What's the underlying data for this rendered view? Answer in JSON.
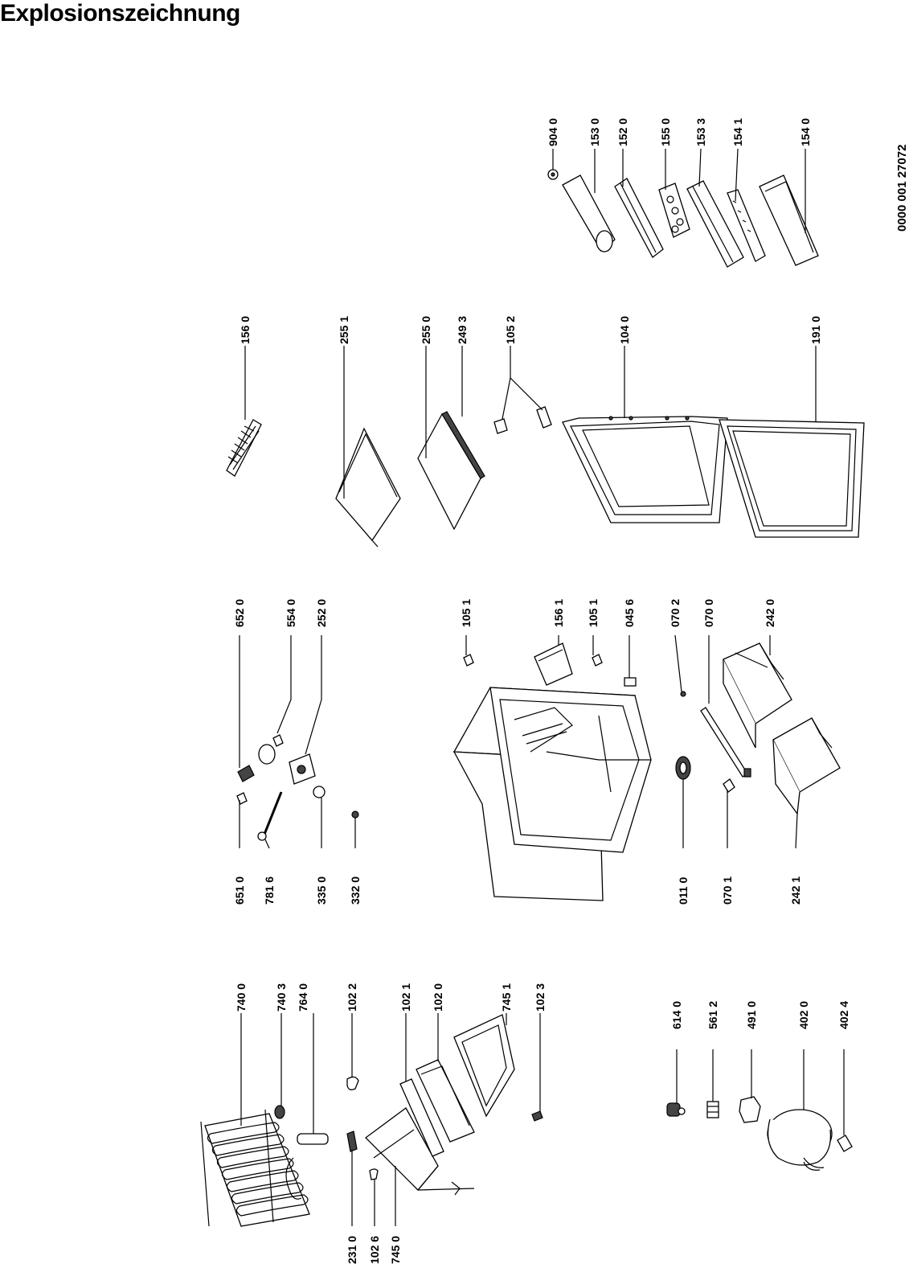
{
  "title": "Explosionszeichnung",
  "document_number": "0000 001 27072",
  "parts": [
    {
      "code": "740 0"
    },
    {
      "code": "740 3"
    },
    {
      "code": "764 0"
    },
    {
      "code": "102 2"
    },
    {
      "code": "102 1"
    },
    {
      "code": "102 0"
    },
    {
      "code": "745 1"
    },
    {
      "code": "102 3"
    },
    {
      "code": "231 0"
    },
    {
      "code": "102 6"
    },
    {
      "code": "745 0"
    },
    {
      "code": "614 0"
    },
    {
      "code": "561 2"
    },
    {
      "code": "491 0"
    },
    {
      "code": "402 0"
    },
    {
      "code": "402 4"
    },
    {
      "code": "651 0"
    },
    {
      "code": "781 6"
    },
    {
      "code": "335 0"
    },
    {
      "code": "332 0"
    },
    {
      "code": "652 0"
    },
    {
      "code": "554 0"
    },
    {
      "code": "252 0"
    },
    {
      "code": "105 1"
    },
    {
      "code": "156 1"
    },
    {
      "code": "105 1"
    },
    {
      "code": "045 6"
    },
    {
      "code": "070 2"
    },
    {
      "code": "070 0"
    },
    {
      "code": "242 0"
    },
    {
      "code": "011 0"
    },
    {
      "code": "070 1"
    },
    {
      "code": "242 1"
    },
    {
      "code": "156 0"
    },
    {
      "code": "255 1"
    },
    {
      "code": "255 0"
    },
    {
      "code": "249 3"
    },
    {
      "code": "105 2"
    },
    {
      "code": "104 0"
    },
    {
      "code": "191 0"
    },
    {
      "code": "904 0"
    },
    {
      "code": "153 0"
    },
    {
      "code": "152 0"
    },
    {
      "code": "155 0"
    },
    {
      "code": "153 3"
    },
    {
      "code": "154 1"
    },
    {
      "code": "154 0"
    }
  ]
}
